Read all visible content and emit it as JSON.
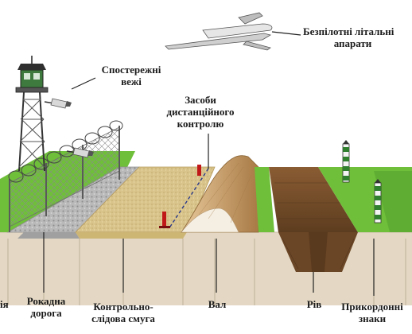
{
  "labels": {
    "drones": [
      "Безпілотні літальні",
      "апарати"
    ],
    "towers": [
      "Спостережні",
      "вежі"
    ],
    "remote_control": [
      "Засоби",
      "дистанційного",
      "контролю"
    ],
    "left_cut": "ія",
    "patrol_road": [
      "Рокадна",
      "дорога"
    ],
    "control_strip": [
      "Контрольно-",
      "слідова смуга"
    ],
    "rampart": "Вал",
    "ditch": "Рів",
    "border_signs": [
      "Прикордонні",
      "знаки"
    ]
  },
  "colors": {
    "sky": "#ffffff",
    "ground_face": "#e4d8c4",
    "grass": "#6fbf3a",
    "grass_dark": "#4e9a2a",
    "road": "#b8b8b8",
    "strip": "#d8c48a",
    "rampart": "#c9a06a",
    "ditch": "#7a5230",
    "fence": "#6e6e6e",
    "tower": "#3c3c3c",
    "marker_red": "#c01818",
    "sign_green": "#3a9a3a"
  },
  "icons": {
    "drone": "drone-icon",
    "camera": "camera-icon",
    "tower": "watchtower-icon",
    "border_post": "border-post-icon",
    "sensor": "sensor-post-icon"
  }
}
